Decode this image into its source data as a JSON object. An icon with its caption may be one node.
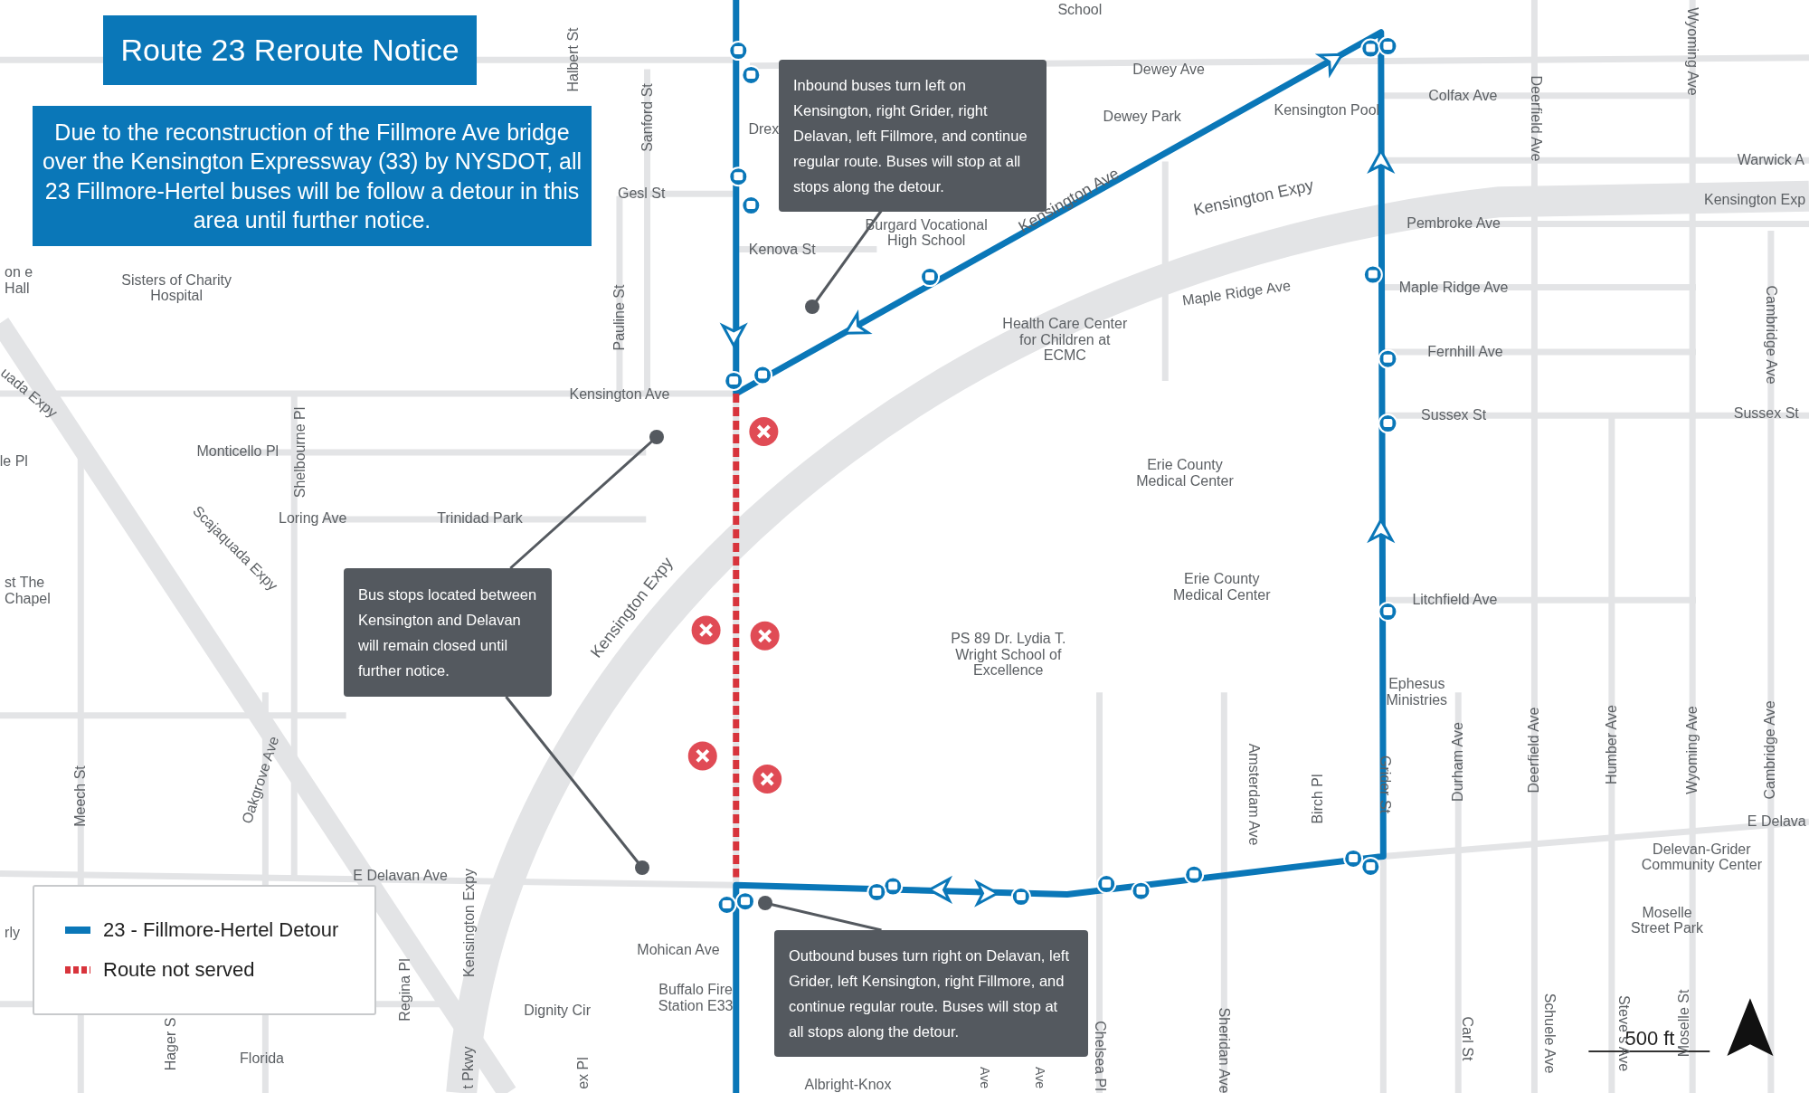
{
  "diagram": {
    "title": "Route 23 Reroute Notice",
    "nodes": [
      {
        "text": [
          "Due to the reconstruction of the Fillmore Ave bridge over the Kensington Expressway (33) by NYSDOT, all 23 Fillmore-Hertel buses will be follow a detour in this area until further notice."
        ]
      },
      {
        "text": [
          "Inbound buses turn left on Kensington, right Grider, right Delavan, left Fillmore, and continue regular route. Buses will stop at all stops along the detour."
        ]
      },
      {
        "text": [],
        "shape": "circle"
      },
      {
        "text": [
          "Bus stops located between Kensington and Delavan will remain closed until further notice."
        ]
      },
      {
        "text": [],
        "shape": "circle"
      },
      {
        "text": [],
        "shape": "circle"
      },
      {
        "text": [
          "Outbound buses turn right on Delavan, left Grider, left Kensington, right Fillmore, and continue regular route. Buses will stop at all stops along the detour."
        ]
      },
      {
        "text": [],
        "shape": "circle"
      }
    ],
    "edges": [
      {
        "from": 1,
        "to": 2,
        "arrow": "none"
      },
      {
        "from": 3,
        "to": 4,
        "arrow": "none"
      },
      {
        "from": 3,
        "to": 5,
        "arrow": "none"
      },
      {
        "from": 6,
        "to": 7,
        "arrow": "none"
      }
    ],
    "labels": [
      "School",
      "Dewey Ave",
      "Colfax Ave",
      "Dewey Park",
      "Kensington Pool",
      "Wyoming Ave",
      "Deerfield Ave",
      "Warwick A",
      "Kensington Expy",
      "Kensington Exp",
      "Pembroke Ave",
      "Maple Ridge Ave",
      "Maple Ridge Ave",
      "Cambridge Ave",
      "Fernhill Ave",
      "Sussex St",
      "Sussex St",
      "Health Care Center for Children at ECMC",
      "Erie County Medical Center",
      "Erie County Medical Center",
      "PS 89 Dr. Lydia T. Wright School of Excellence",
      "Litchfield Ave",
      "Ephesus Ministries",
      "Burgard Vocational High School",
      "Kensington Ave",
      "Drex",
      "Kenova St",
      "Gesl St",
      "Sanford St",
      "Halbert St",
      "on e Hall",
      "Sisters of Charity Hospital",
      "Pauline St",
      "Kensington Ave",
      "uada Expy",
      "Monticello Pl",
      "Shelbourne Pl",
      "le Pl",
      "Loring Ave",
      "Trinidad Park",
      "Scajaquada Expy",
      "st The Chapel",
      "Kensington Expy",
      "Meech St",
      "Oakgrove Ave",
      "E Delavan Ave",
      "Kensington Expy",
      "rly",
      "Regina Pl",
      "Hager S",
      "Florida",
      "Mohican Ave",
      "Buffalo Fire Station E33",
      "Dignity Cir",
      "t Pkwy",
      "ex Pl",
      "Albright-Knox",
      "Amsterdam Ave",
      "Birch Pl",
      "Grider St",
      "Durham Ave",
      "Deerfield Ave",
      "Humber Ave",
      "Wyoming Ave",
      "Cambridge Ave",
      "E Delava",
      "Delevan-Grider Community Center",
      "Moselle Street Park",
      "Ave",
      "Ave",
      "Chelsea Pl",
      "Sheridan Ave",
      "Carl St",
      "Schuele Ave",
      "Steve s Ave",
      "Moselle St",
      "500 ft"
    ],
    "legend": [
      {
        "text": "23 - Fillmore-Hertel Detour"
      },
      {
        "text": "Route not served"
      }
    ]
  }
}
